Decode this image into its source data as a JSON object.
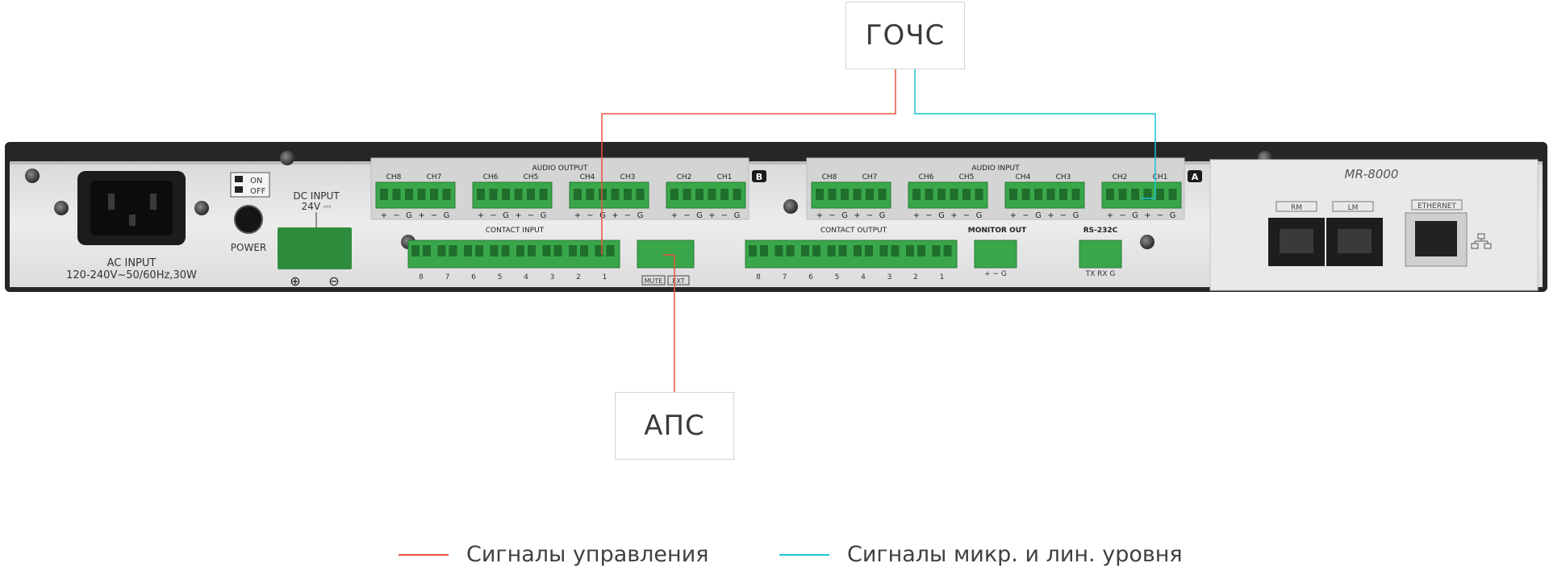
{
  "device": {
    "model": "MR-8000",
    "power_switch": {
      "on": "ON",
      "off": "OFF",
      "label": "POWER"
    },
    "ac_input": {
      "line1": "AC INPUT",
      "line2": "120-240V~50/60Hz,30W"
    },
    "dc_input": {
      "line1": "DC INPUT",
      "line2": "24V ⎓",
      "plus": "⊕",
      "minus": "⊖"
    },
    "audio_output": {
      "title": "AUDIO OUTPUT",
      "badge": "B",
      "channels": [
        "CH8",
        "CH7",
        "CH6",
        "CH5",
        "CH4",
        "CH3",
        "CH2",
        "CH1"
      ],
      "pin_labels": [
        "+",
        "−",
        "G",
        "+",
        "−",
        "G"
      ]
    },
    "audio_input": {
      "title": "AUDIO INPUT",
      "badge": "A",
      "channels": [
        "CH8",
        "CH7",
        "CH6",
        "CH5",
        "CH4",
        "CH3",
        "CH2",
        "CH1"
      ],
      "pin_labels": [
        "+",
        "−",
        "G",
        "+",
        "−",
        "G"
      ]
    },
    "contact_input": {
      "title": "CONTACT INPUT",
      "numbers": [
        "8",
        "7",
        "6",
        "5",
        "4",
        "3",
        "2",
        "1"
      ]
    },
    "mute_ext": {
      "mute": "MUTE",
      "ext": "EXT"
    },
    "contact_output": {
      "title": "CONTACT OUTPUT",
      "numbers": [
        "8",
        "7",
        "6",
        "5",
        "4",
        "3",
        "2",
        "1"
      ]
    },
    "monitor_out": {
      "title": "MONITOR OUT",
      "pins": "+  −  G"
    },
    "rs232c": {
      "title": "RS-232C",
      "pins": "TX RX  G"
    },
    "ports": {
      "rm": "RM",
      "lm": "LM",
      "ethernet": "ETHERNET"
    }
  },
  "nodes": {
    "gochs": "ГОЧС",
    "aps": "АПС"
  },
  "legend": [
    {
      "label": "Сигналы управления",
      "color": "#e8553f"
    },
    {
      "label": "Сигналы микр. и лин. уровня",
      "color": "#19c3d6"
    }
  ],
  "colors": {
    "control": "#e8553f",
    "audio": "#19c3d6",
    "terminal": "#3aa64a",
    "panel": "#e4e4e4",
    "frame": "#2a2a2a"
  }
}
